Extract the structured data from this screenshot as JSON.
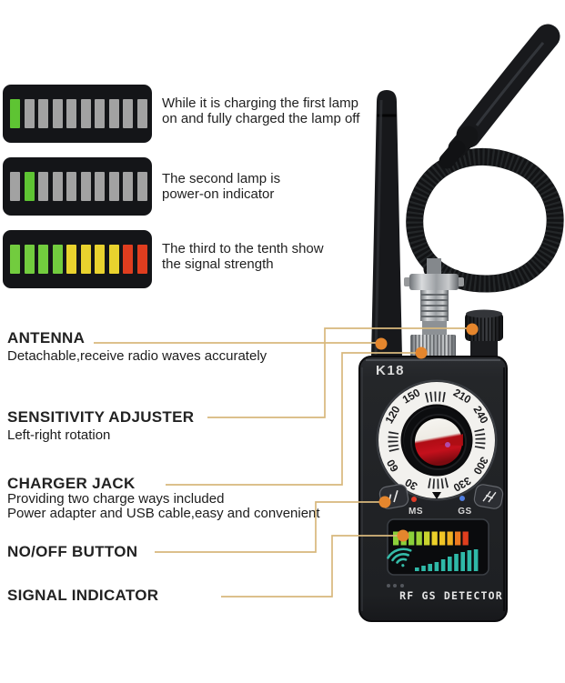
{
  "colors": {
    "leader_line": "#d8b87c",
    "marker_dot": "#e5862d",
    "led_green": "#5ec433",
    "led_gray": "#a2a2a2",
    "led_yellow": "#e9d22e",
    "led_red": "#df3d1f",
    "device_body": "#25272b",
    "display_teal": "#2fb9a8"
  },
  "indicator_cards": [
    {
      "segments": [
        "#5ec433",
        "#a2a2a2",
        "#a2a2a2",
        "#a2a2a2",
        "#a2a2a2",
        "#a2a2a2",
        "#a2a2a2",
        "#a2a2a2",
        "#a2a2a2",
        "#a2a2a2"
      ],
      "lines": [
        "While it is charging the first lamp",
        "on and fully charged the lamp off"
      ]
    },
    {
      "segments": [
        "#a2a2a2",
        "#5ec433",
        "#a2a2a2",
        "#a2a2a2",
        "#a2a2a2",
        "#a2a2a2",
        "#a2a2a2",
        "#a2a2a2",
        "#a2a2a2",
        "#a2a2a2"
      ],
      "lines": [
        "The second lamp is",
        "power-on indicator"
      ]
    },
    {
      "segments": [
        "#72cc3e",
        "#72cc3e",
        "#72cc3e",
        "#72cc3e",
        "#e9d22e",
        "#e9d22e",
        "#e9d22e",
        "#e9d22e",
        "#df3d1f",
        "#df3d1f"
      ],
      "lines": [
        "The third to the tenth show",
        "the signal strength"
      ]
    }
  ],
  "callouts": [
    {
      "title": "ANTENNA",
      "desc": [
        "Detachable,receive radio waves accurately"
      ]
    },
    {
      "title": "SENSITIVITY ADJUSTER",
      "desc": [
        "Left-right rotation"
      ]
    },
    {
      "title": "CHARGER JACK",
      "desc": [
        "Providing two charge ways included",
        "Power adapter and USB cable,easy and convenient"
      ]
    },
    {
      "title": "NO/OFF BUTTON",
      "desc": []
    },
    {
      "title": "SIGNAL INDICATOR",
      "desc": []
    }
  ],
  "device": {
    "model": "K18",
    "dial_numbers": [
      "30",
      "60",
      "120",
      "150",
      "210",
      "240",
      "300",
      "330"
    ],
    "led_labels": {
      "ms": "MS",
      "gs": "GS"
    },
    "display_caption": "RF GS DETECTOR",
    "display_segments": [
      "#8bd03a",
      "#8bd03a",
      "#8bd03a",
      "#9ed136",
      "#c8d32e",
      "#ecd029",
      "#f0c426",
      "#f0b122",
      "#ee7a20",
      "#e03e1e"
    ],
    "icons": {
      "left_button": "power-button-icon",
      "right_button": "antenna-signal-icon",
      "display": "wifi-signal-icon"
    }
  }
}
